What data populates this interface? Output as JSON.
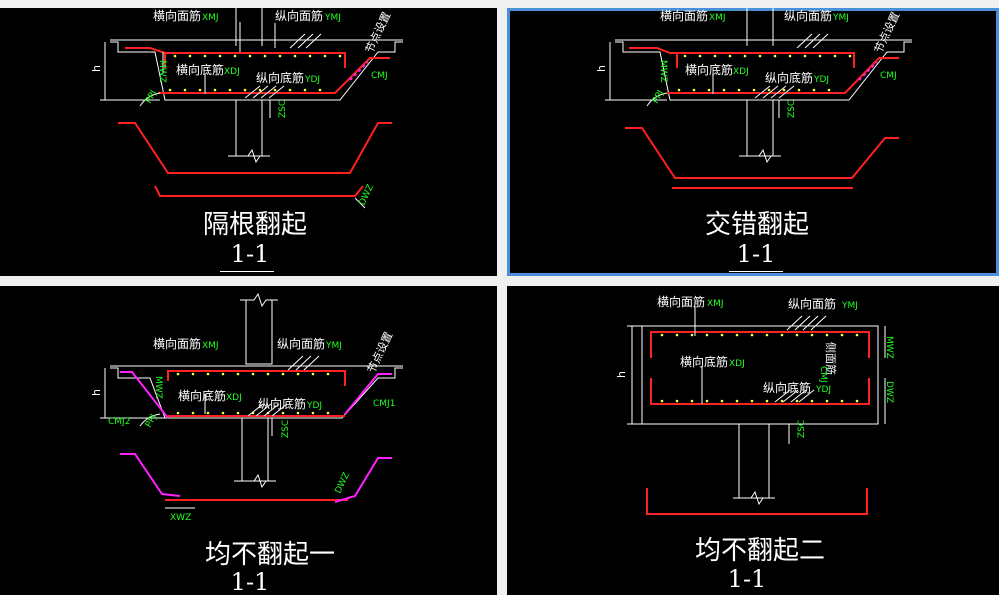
{
  "panels": [
    {
      "id": "geban",
      "selected": false,
      "title": "隔根翻起",
      "section": "1-1",
      "labels": {
        "top_trans": "横向面筋",
        "top_trans_code": "XMJ",
        "top_long": "纵向面筋",
        "top_long_code": "YMJ",
        "bot_trans": "横向底筋",
        "bot_trans_code": "XDJ",
        "bot_long": "纵向底筋",
        "bot_long_code": "YDJ",
        "node": "节点设置",
        "mwz": "MWZ",
        "h": "h",
        "ppj": "PPJ",
        "zsc": "ZSC",
        "cmj": "CMJ",
        "dwz": "DWZ"
      }
    },
    {
      "id": "jiaocuo",
      "selected": true,
      "title": "交错翻起",
      "section": "1-1",
      "labels": {
        "top_trans": "横向面筋",
        "top_trans_code": "XMJ",
        "top_long": "纵向面筋",
        "top_long_code": "YMJ",
        "bot_trans": "横向底筋",
        "bot_trans_code": "XDJ",
        "bot_long": "纵向底筋",
        "bot_long_code": "YDJ",
        "node": "节点设置",
        "mwz": "MWZ",
        "h": "h",
        "ppj": "PPJ",
        "zsc": "ZSC",
        "cmj": "CMJ"
      }
    },
    {
      "id": "jun1",
      "selected": false,
      "title": "均不翻起一",
      "section": "1-1",
      "labels": {
        "top_trans": "横向面筋",
        "top_trans_code": "XMJ",
        "top_long": "纵向面筋",
        "top_long_code": "YMJ",
        "bot_trans": "横向底筋",
        "bot_trans_code": "XDJ",
        "bot_long": "纵向底筋",
        "bot_long_code": "YDJ",
        "node": "节点设置",
        "mwz": "MWZ",
        "h": "h",
        "ppj": "PPJ",
        "zsc": "ZSC",
        "cmj1": "CMJ1",
        "cmj2": "CMJ2",
        "dwz": "DWZ",
        "xwz": "XWZ"
      }
    },
    {
      "id": "jun2",
      "selected": false,
      "title": "均不翻起二",
      "section": "1-1",
      "labels": {
        "top_trans": "横向面筋",
        "top_trans_code": "XMJ",
        "top_long": "纵向面筋",
        "top_long_code": "YMJ",
        "bot_trans": "横向底筋",
        "bot_trans_code": "XDJ",
        "bot_long": "纵向底筋",
        "bot_long_code": "YDJ",
        "side": "侧面筋",
        "side_code": "CMJ",
        "mwz": "MWZ",
        "dwz": "DWZ",
        "h": "h",
        "zsc": "ZSC"
      }
    }
  ],
  "colors": {
    "rebar": "#ff2020",
    "magenta": "#ff20ff",
    "green": "#20ff20",
    "white": "#ffffff",
    "dot": "#ffff40",
    "select": "#4a90d9"
  }
}
